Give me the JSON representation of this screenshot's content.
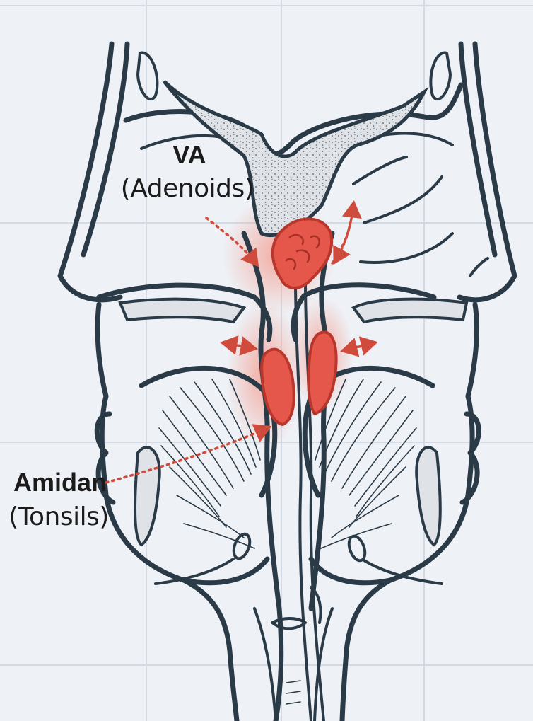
{
  "labels": {
    "adenoid_title": "VA",
    "adenoid_subtitle": "(Adenoids)",
    "tonsil_title": "Amidan",
    "tonsil_subtitle": "(Tonsils)"
  },
  "colors": {
    "background": "#eef1f6",
    "grid": "#d3dae3",
    "outline": "#2a3a47",
    "inflamed_tissue": "#e5574a",
    "inflamed_glow": "#f3a79c",
    "pointer_arrows": "#cf4b3c",
    "bone_speckle": "#dfe2e6",
    "label_text": "#1b1b1b"
  },
  "icons": {
    "adenoid_pointer": "dotted-arrow-icon",
    "tonsil_pointer": "dotted-arrow-icon",
    "swelling_indicators": "double-headed-arrow-icon"
  }
}
